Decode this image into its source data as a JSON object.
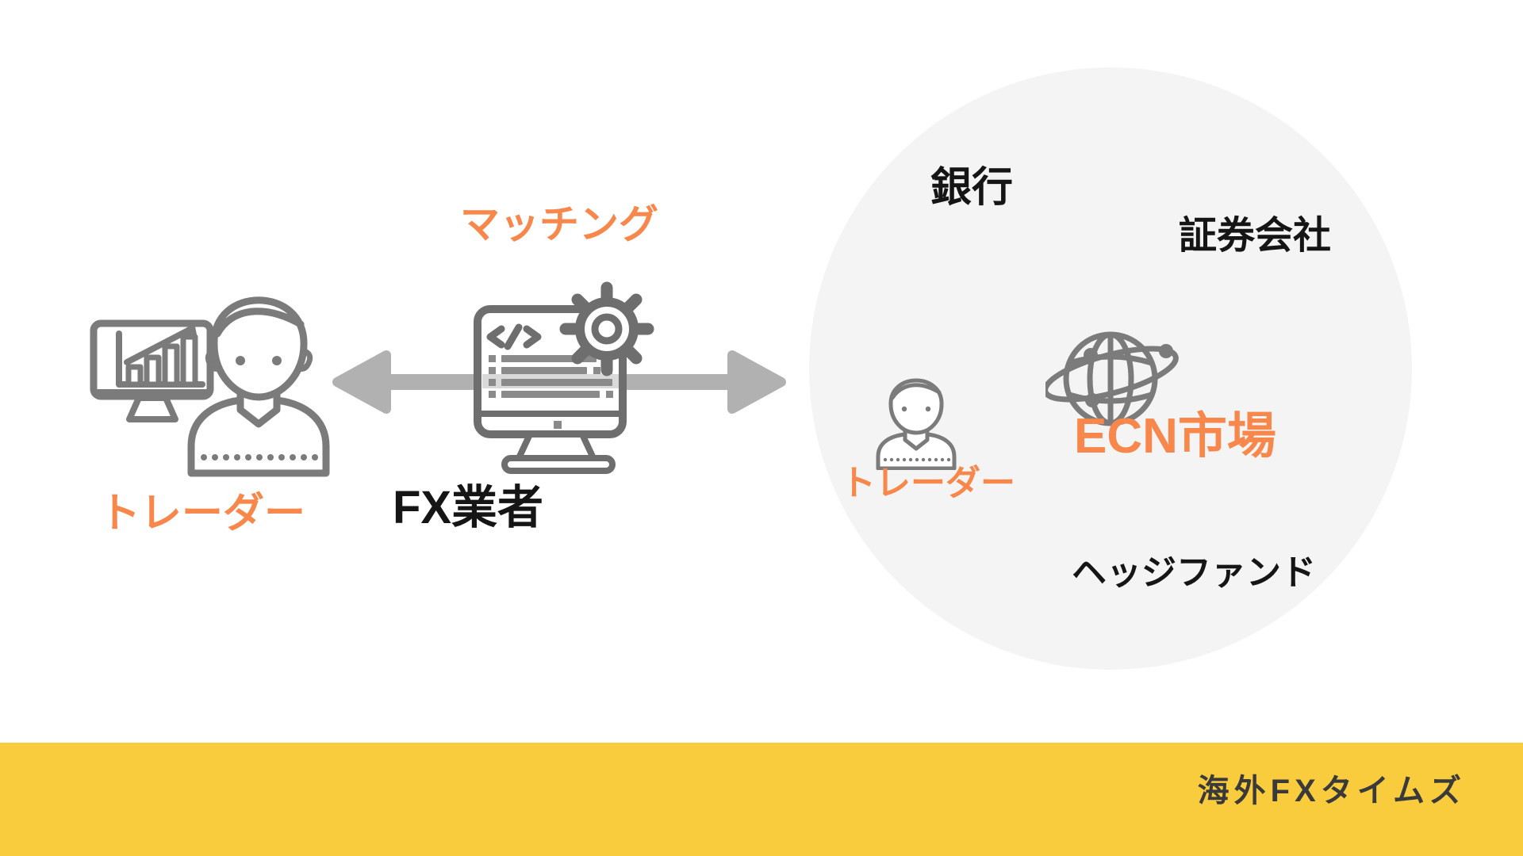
{
  "diagram": {
    "matching_label": "マッチング",
    "left_trader_label": "トレーダー",
    "fx_broker_label": "FX業者",
    "ecn_circle": {
      "bank_label": "銀行",
      "securities_label": "証券会社",
      "trader_label": "トレーダー",
      "ecn_market_label": "ECN市場",
      "hedge_fund_label": "ヘッジファンド"
    },
    "footer": {
      "brand": "海外FXタイムズ"
    }
  },
  "icons": {
    "left": [
      "chart-monitor-icon",
      "trader-person-icon"
    ],
    "center": [
      "code-monitor-icon",
      "gear-icon"
    ],
    "circle": [
      "trader-person-icon",
      "globe-network-icon"
    ],
    "connector": "double-headed-arrow"
  },
  "colors": {
    "accent_orange": "#F7874A",
    "footer_yellow": "#F9CC3D",
    "circle_gray": "#F4F4F4",
    "icon_gray": "#7B7B7B",
    "icon_dark_gray": "#6E6E6E",
    "arrow_gray": "#B1B1B1",
    "text_black": "#151515",
    "footer_text": "#3A3A3A"
  }
}
